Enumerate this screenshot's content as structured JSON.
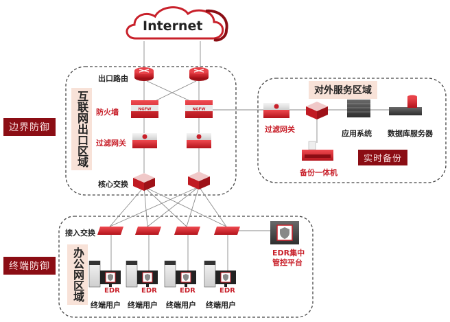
{
  "internet": {
    "label": "Internet"
  },
  "sections": {
    "border_defense": "边界防御",
    "endpoint_defense": "终端防御"
  },
  "zones": {
    "internet_egress": {
      "title": "互联网出口区域",
      "labels": {
        "egress_router": "出口路由",
        "firewall": "防火墙",
        "filter_gateway": "过滤网关",
        "core_switch": "核心交换"
      },
      "firewall_text": "NGFW"
    },
    "external_service": {
      "title": "对外服务区域",
      "labels": {
        "filter_gateway": "过滤网关",
        "app_system": "应用系统",
        "db_server": "数据库服务器",
        "backup_appliance": "备份一体机"
      },
      "realtime_backup": "实时备份"
    },
    "office_network": {
      "title": "办公网区域",
      "labels": {
        "access_switch": "接入交换",
        "edr_platform": "EDR集中管控平台",
        "edr_platform_line1": "EDR集中",
        "edr_platform_line2": "管控平台"
      },
      "endpoints": [
        {
          "label": "终端用户",
          "agent": "EDR"
        },
        {
          "label": "终端用户",
          "agent": "EDR"
        },
        {
          "label": "终端用户",
          "agent": "EDR"
        },
        {
          "label": "终端用户",
          "agent": "EDR"
        }
      ]
    }
  },
  "colors": {
    "device_red": "#d9262e",
    "device_dark_red": "#a3141b",
    "badge_bg": "#8b0d14",
    "zone_title_bg": "#f8e2d8",
    "label_red": "#c8202a"
  }
}
